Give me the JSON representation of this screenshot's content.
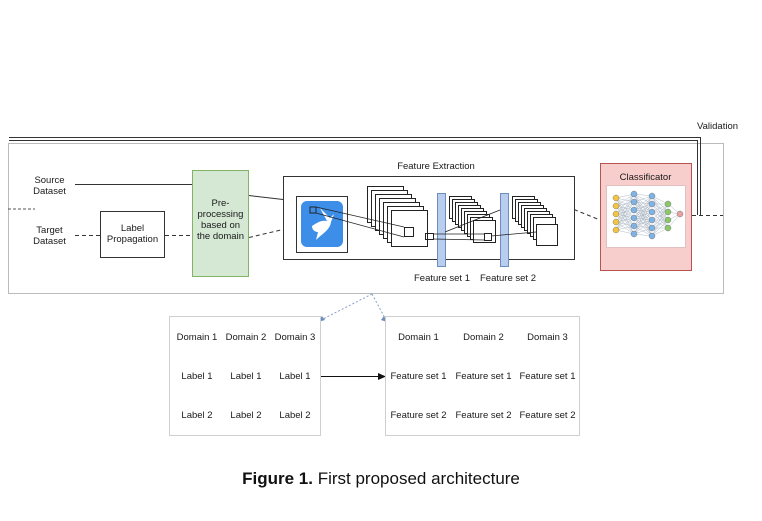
{
  "labels": {
    "validation": "Validation",
    "source_dataset": "Source\nDataset",
    "target_dataset": "Target\nDataset",
    "label_propagation": "Label\nPropagation",
    "preprocessing": "Pre-\nprocessing\nbased on\nthe domain",
    "feature_extraction": "Feature Extraction",
    "classificator": "Classificator",
    "feature_set_1": "Feature set 1",
    "feature_set_2": "Feature set 2"
  },
  "left_table": {
    "rows": [
      [
        "Domain 1",
        "Domain 2",
        "Domain 3"
      ],
      [
        "Label 1",
        "Label 1",
        "Label 1"
      ],
      [
        "Label 2",
        "Label 2",
        "Label 2"
      ]
    ]
  },
  "right_table": {
    "rows": [
      [
        "Domain 1",
        "Domain 2",
        "Domain 3"
      ],
      [
        "Feature set 1",
        "Feature set 1",
        "Feature set 1"
      ],
      [
        "Feature set 2",
        "Feature set 2",
        "Feature set 2"
      ]
    ]
  },
  "caption": {
    "bold": "Figure 1.",
    "text": " First proposed architecture"
  },
  "colors": {
    "preprocessing_fill": "#d5e8d4",
    "preprocessing_border": "#82b366",
    "classificator_fill": "#f8cecc",
    "classificator_border": "#b85450",
    "feature_bar": "#b9cdef",
    "bird_tile": "#3d8ee8"
  }
}
